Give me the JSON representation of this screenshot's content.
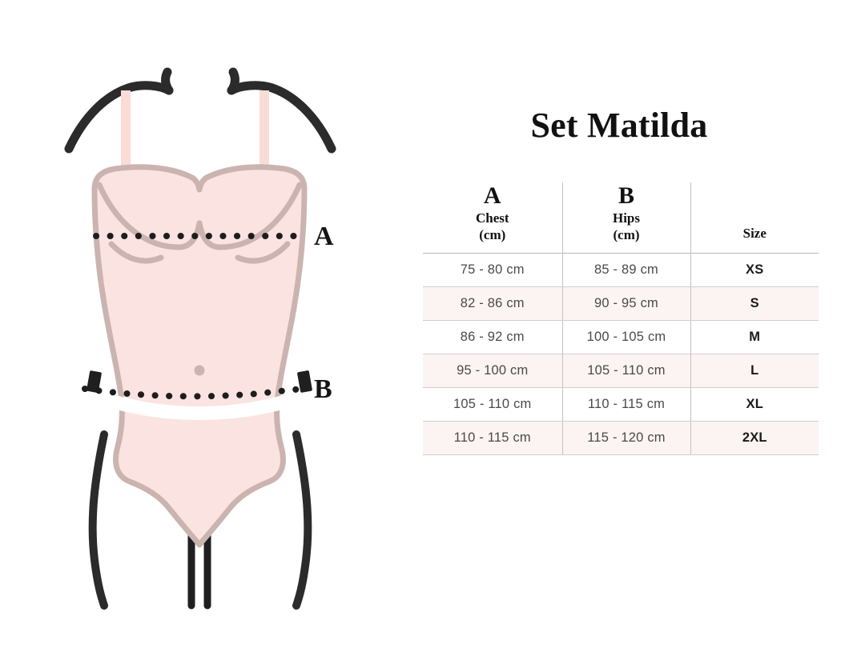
{
  "title": "Set Matilda",
  "illustration": {
    "label_a": "A",
    "label_b": "B",
    "colors": {
      "garment_fill": "#fae3e0",
      "garment_outline": "#cbb4b0",
      "strap": "#fadcd6",
      "body_outline": "#2b2b2b",
      "dot": "#1d1d1d"
    }
  },
  "table": {
    "headers": {
      "chest_letter": "A",
      "chest_name": "Chest",
      "chest_unit": "(cm)",
      "hips_letter": "B",
      "hips_name": "Hips",
      "hips_unit": "(cm)",
      "size": "Size"
    },
    "rows": [
      {
        "chest": "75 - 80 cm",
        "hips": "85 - 89 cm",
        "size": "XS"
      },
      {
        "chest": "82 - 86 cm",
        "hips": "90 - 95 cm",
        "size": "S"
      },
      {
        "chest": "86 - 92 cm",
        "hips": "100 - 105 cm",
        "size": "M"
      },
      {
        "chest": "95 - 100 cm",
        "hips": "105 - 110 cm",
        "size": "L"
      },
      {
        "chest": "105 - 110 cm",
        "hips": "110 - 115 cm",
        "size": "XL"
      },
      {
        "chest": "110 - 115 cm",
        "hips": "115 - 120 cm",
        "size": "2XL"
      }
    ]
  }
}
